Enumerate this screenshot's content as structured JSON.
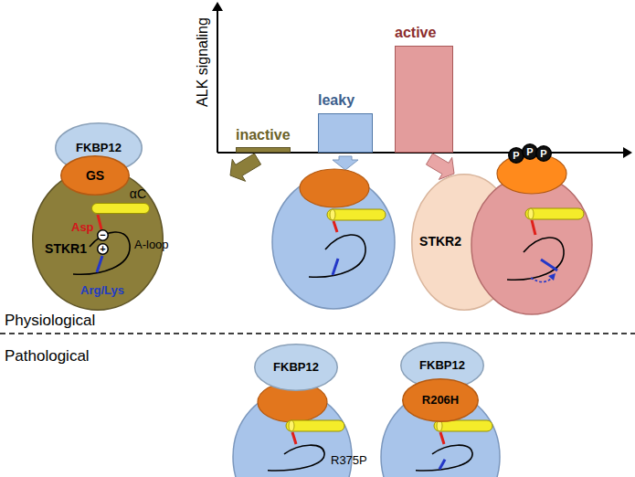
{
  "diagram": {
    "nodes": [
      {
        "text": [
          "inactive"
        ]
      },
      {
        "text": [
          "leaky"
        ]
      },
      {
        "text": [
          "active"
        ]
      },
      {
        "text": [
          "FKBP12"
        ]
      },
      {
        "text": [
          "GS"
        ]
      },
      {
        "text": [
          "STKR1"
        ]
      },
      {
        "text": [
          "αC"
        ],
        "in": 5
      },
      {
        "text": [
          "−"
        ],
        "in": 5
      },
      {
        "text": [
          "+"
        ],
        "in": 5
      },
      {
        "text": [
          "STKR2"
        ]
      },
      {
        "text": [
          "P"
        ]
      },
      {
        "text": [
          "P"
        ]
      },
      {
        "text": [
          "P"
        ]
      },
      {
        "text": [
          "FKBP12"
        ]
      },
      {
        "text": [
          "FKBP12"
        ]
      },
      {
        "text": [
          "R206H"
        ]
      }
    ],
    "labels": [
      "ALK signaling",
      "Asp",
      "A-loop",
      "Arg/Lys",
      "Physiological",
      "Pathological",
      "R375P"
    ]
  }
}
